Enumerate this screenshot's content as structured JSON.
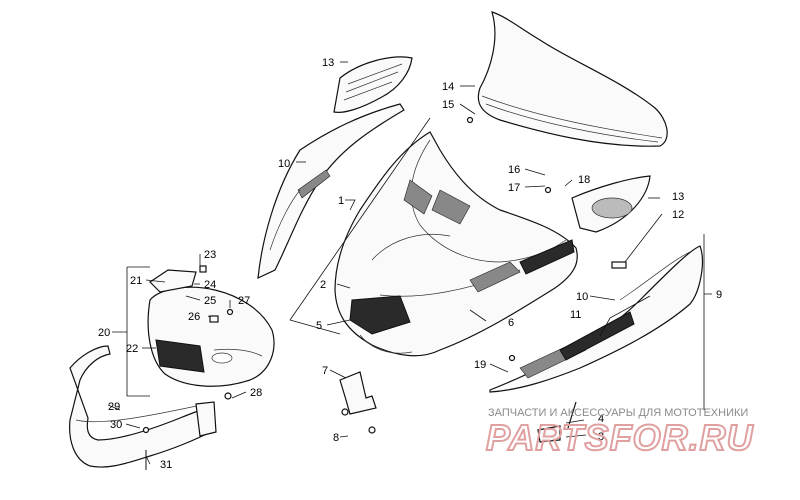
{
  "callouts": [
    "1",
    "2",
    "3",
    "4",
    "5",
    "6",
    "7",
    "8",
    "9",
    "10",
    "10",
    "11",
    "12",
    "13",
    "13",
    "14",
    "15",
    "16",
    "17",
    "18",
    "19",
    "20",
    "21",
    "22",
    "23",
    "24",
    "25",
    "26",
    "27",
    "28",
    "29",
    "30",
    "31"
  ],
  "watermark": {
    "text": "ЗАПЧАСТИ И АКСЕССУАРЫ ДЛЯ МОТОТЕХНИКИ",
    "logo": "PARTSFOR.RU"
  }
}
